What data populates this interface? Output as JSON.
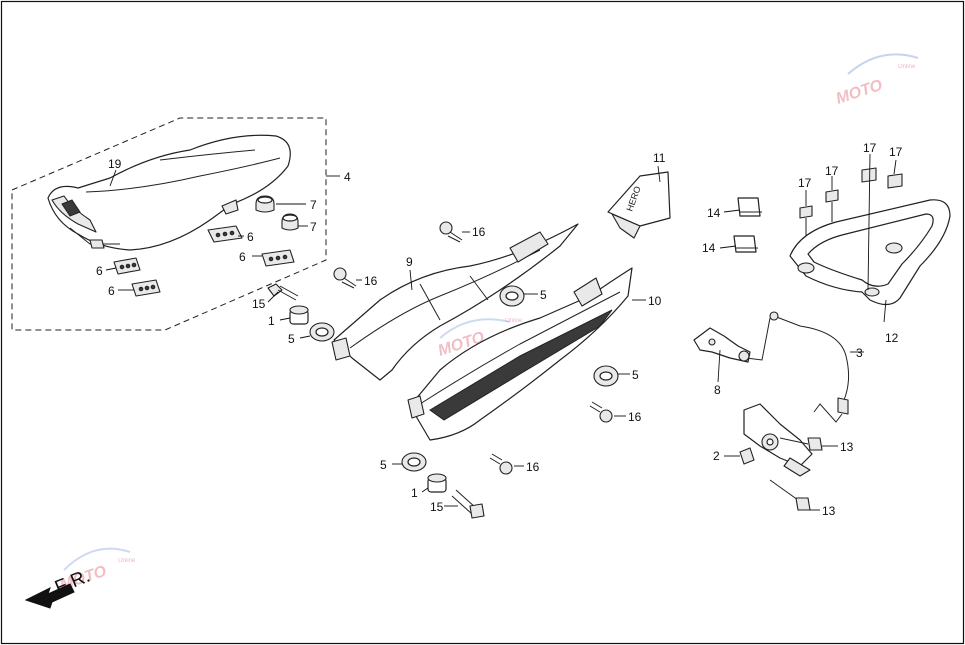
{
  "watermark": {
    "text": "MOTO",
    "subtext": "Online"
  },
  "direction": {
    "label": "F R."
  },
  "callouts": [
    {
      "id": "c19",
      "label": "19"
    },
    {
      "id": "c4",
      "label": "4"
    },
    {
      "id": "c7a",
      "label": "7"
    },
    {
      "id": "c7b",
      "label": "7"
    },
    {
      "id": "c6a",
      "label": "6"
    },
    {
      "id": "c6b",
      "label": "6"
    },
    {
      "id": "c6c",
      "label": "6"
    },
    {
      "id": "c6d",
      "label": "6"
    },
    {
      "id": "c15a",
      "label": "15"
    },
    {
      "id": "c1a",
      "label": "1"
    },
    {
      "id": "c5a",
      "label": "5"
    },
    {
      "id": "c16a",
      "label": "16"
    },
    {
      "id": "c16b",
      "label": "16"
    },
    {
      "id": "c9",
      "label": "9"
    },
    {
      "id": "c5b",
      "label": "5"
    },
    {
      "id": "c10",
      "label": "10"
    },
    {
      "id": "c11",
      "label": "11"
    },
    {
      "id": "c14a",
      "label": "14"
    },
    {
      "id": "c14b",
      "label": "14"
    },
    {
      "id": "c17a",
      "label": "17"
    },
    {
      "id": "c17b",
      "label": "17"
    },
    {
      "id": "c17c",
      "label": "17"
    },
    {
      "id": "c17d",
      "label": "17"
    },
    {
      "id": "c12",
      "label": "12"
    },
    {
      "id": "c3",
      "label": "3"
    },
    {
      "id": "c8",
      "label": "8"
    },
    {
      "id": "c5c",
      "label": "5"
    },
    {
      "id": "c16c",
      "label": "16"
    },
    {
      "id": "c2",
      "label": "2"
    },
    {
      "id": "c13a",
      "label": "13"
    },
    {
      "id": "c13b",
      "label": "13"
    },
    {
      "id": "c5d",
      "label": "5"
    },
    {
      "id": "c16d",
      "label": "16"
    },
    {
      "id": "c1b",
      "label": "1"
    },
    {
      "id": "c15b",
      "label": "15"
    }
  ],
  "badge_text": "HERO"
}
